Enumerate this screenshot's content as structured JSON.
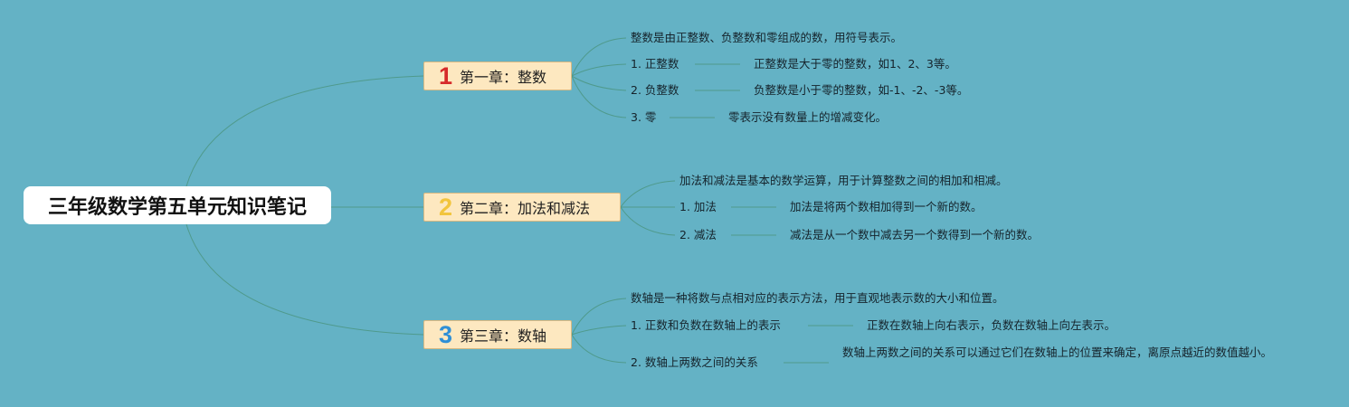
{
  "root": {
    "title": "三年级数学第五单元知识笔记"
  },
  "chapters": [
    {
      "num": "1",
      "num_color": "#d62a2a",
      "title": "第一章：整数",
      "intro": "整数是由正整数、负整数和零组成的数，用符号表示。",
      "items": [
        {
          "label": "1. 正整数",
          "desc": "正整数是大于零的整数，如1、2、3等。"
        },
        {
          "label": "2. 负整数",
          "desc": "负整数是小于零的整数，如-1、-2、-3等。"
        },
        {
          "label": "3. 零",
          "desc": "零表示没有数量上的增减变化。"
        }
      ]
    },
    {
      "num": "2",
      "num_color": "#f2c53d",
      "title": "第二章：加法和减法",
      "intro": "加法和减法是基本的数学运算，用于计算整数之间的相加和相减。",
      "items": [
        {
          "label": "1. 加法",
          "desc": "加法是将两个数相加得到一个新的数。"
        },
        {
          "label": "2. 减法",
          "desc": "减法是从一个数中减去另一个数得到一个新的数。"
        }
      ]
    },
    {
      "num": "3",
      "num_color": "#2f8fd6",
      "title": "第三章：数轴",
      "intro": "数轴是一种将数与点相对应的表示方法，用于直观地表示数的大小和位置。",
      "items": [
        {
          "label": "1. 正数和负数在数轴上的表示",
          "desc": "正数在数轴上向右表示，负数在数轴上向左表示。"
        },
        {
          "label": "2. 数轴上两数之间的关系",
          "desc": "数轴上两数之间的关系可以通过它们在数轴上的位置来确定，离原点越近的数值越小。"
        }
      ]
    }
  ]
}
